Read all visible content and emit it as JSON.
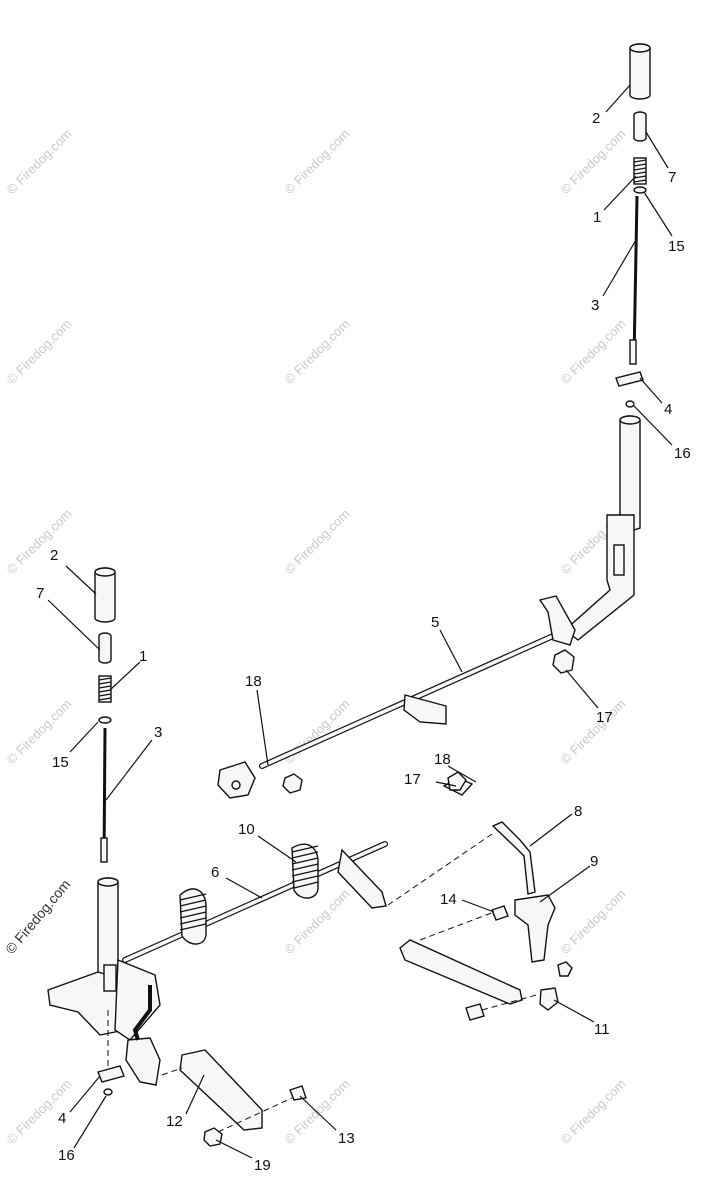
{
  "watermark": {
    "text": "© Firedog.com"
  },
  "callouts": [
    {
      "id": "c-right-2",
      "label": "2"
    },
    {
      "id": "c-right-7",
      "label": "7"
    },
    {
      "id": "c-right-1",
      "label": "1"
    },
    {
      "id": "c-right-15",
      "label": "15"
    },
    {
      "id": "c-right-3",
      "label": "3"
    },
    {
      "id": "c-right-4",
      "label": "4"
    },
    {
      "id": "c-right-16",
      "label": "16"
    },
    {
      "id": "c-left-2",
      "label": "2"
    },
    {
      "id": "c-left-7",
      "label": "7"
    },
    {
      "id": "c-left-1",
      "label": "1"
    },
    {
      "id": "c-left-15",
      "label": "15"
    },
    {
      "id": "c-left-3",
      "label": "3"
    },
    {
      "id": "c-5",
      "label": "5"
    },
    {
      "id": "c-17a",
      "label": "17"
    },
    {
      "id": "c-18a",
      "label": "18"
    },
    {
      "id": "c-18b",
      "label": "18"
    },
    {
      "id": "c-17b",
      "label": "17"
    },
    {
      "id": "c-10",
      "label": "10"
    },
    {
      "id": "c-6",
      "label": "6"
    },
    {
      "id": "c-8",
      "label": "8"
    },
    {
      "id": "c-9",
      "label": "9"
    },
    {
      "id": "c-14",
      "label": "14"
    },
    {
      "id": "c-11",
      "label": "11"
    },
    {
      "id": "c-4b",
      "label": "4"
    },
    {
      "id": "c-16b",
      "label": "16"
    },
    {
      "id": "c-12",
      "label": "12"
    },
    {
      "id": "c-13",
      "label": "13"
    },
    {
      "id": "c-19",
      "label": "19"
    }
  ]
}
